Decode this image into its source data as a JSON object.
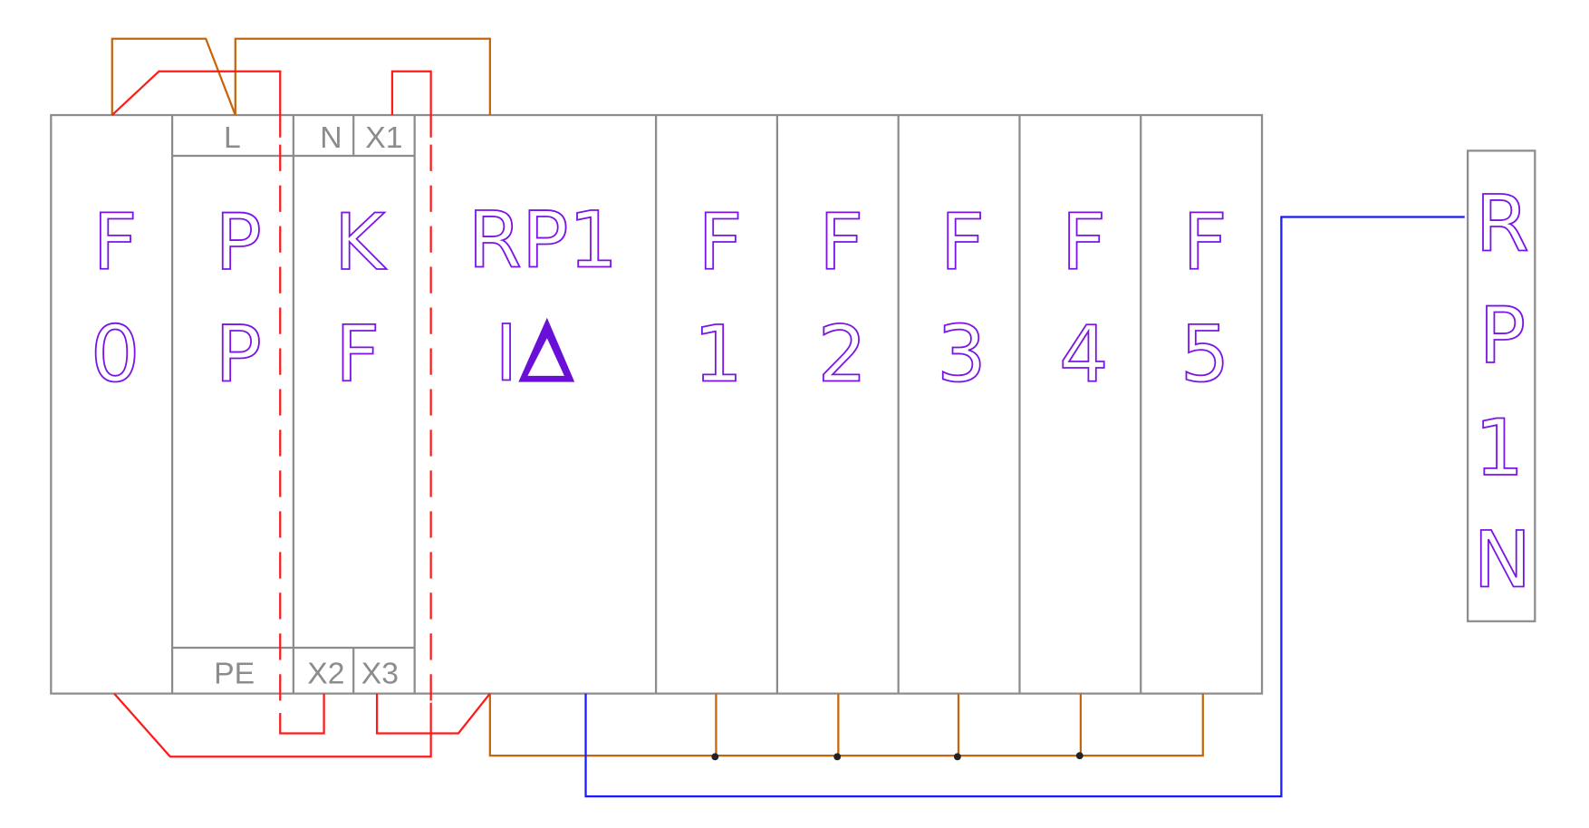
{
  "terminals": {
    "l": "L",
    "n": "N",
    "x1": "X1",
    "pe": "PE",
    "x2": "X2",
    "x3": "X3"
  },
  "modules": [
    {
      "top": "F",
      "bottom": "0"
    },
    {
      "top": "P",
      "bottom": "P"
    },
    {
      "top": "K",
      "bottom": "F"
    },
    {
      "top": "RP1",
      "bottom": "I"
    },
    {
      "top": "F",
      "bottom": "1"
    },
    {
      "top": "F",
      "bottom": "2"
    },
    {
      "top": "F",
      "bottom": "3"
    },
    {
      "top": "F",
      "bottom": "4"
    },
    {
      "top": "F",
      "bottom": "5"
    }
  ],
  "side_module": {
    "letters": [
      "R",
      "P",
      "1",
      "N"
    ]
  },
  "colors": {
    "frame": "#8c8c8c",
    "label": "#7a14e6",
    "phase": "#ff1a1a",
    "live": "#c8650a",
    "neutral": "#1a1aff"
  }
}
